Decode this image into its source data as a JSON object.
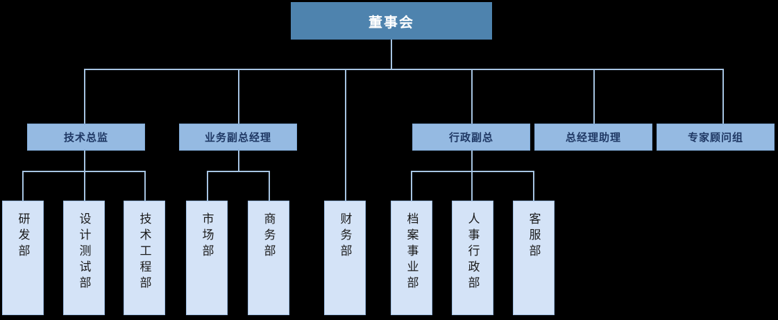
{
  "diagram": {
    "title_node": {
      "label": "董事会",
      "fill": "#4E83AE",
      "text_color": "#FFFFFF"
    },
    "colors": {
      "level0_fill": "#4E83AE",
      "level1_fill": "#95BAE2",
      "level2_fill": "#D4E3F7",
      "connector": "#A7C5E3",
      "level1_text": "#1F3864",
      "level2_text": "#1A1A1A",
      "background": "#000000"
    },
    "level1": [
      {
        "label": "技术总监"
      },
      {
        "label": "业务副总经理"
      },
      {
        "label": "行政副总"
      },
      {
        "label": "总经理助理"
      },
      {
        "label": "专家顾问组"
      }
    ],
    "level2": [
      {
        "label": "研发部",
        "parent": "技术总监"
      },
      {
        "label": "设计测试部",
        "parent": "技术总监"
      },
      {
        "label": "技术工程部",
        "parent": "技术总监"
      },
      {
        "label": "市场部",
        "parent": "业务副总经理"
      },
      {
        "label": "商务部",
        "parent": "业务副总经理"
      },
      {
        "label": "财务部",
        "parent": "董事会"
      },
      {
        "label": "档案事业部",
        "parent": "行政副总"
      },
      {
        "label": "人事行政部",
        "parent": "行政副总"
      },
      {
        "label": "客服部",
        "parent": "行政副总"
      }
    ]
  }
}
